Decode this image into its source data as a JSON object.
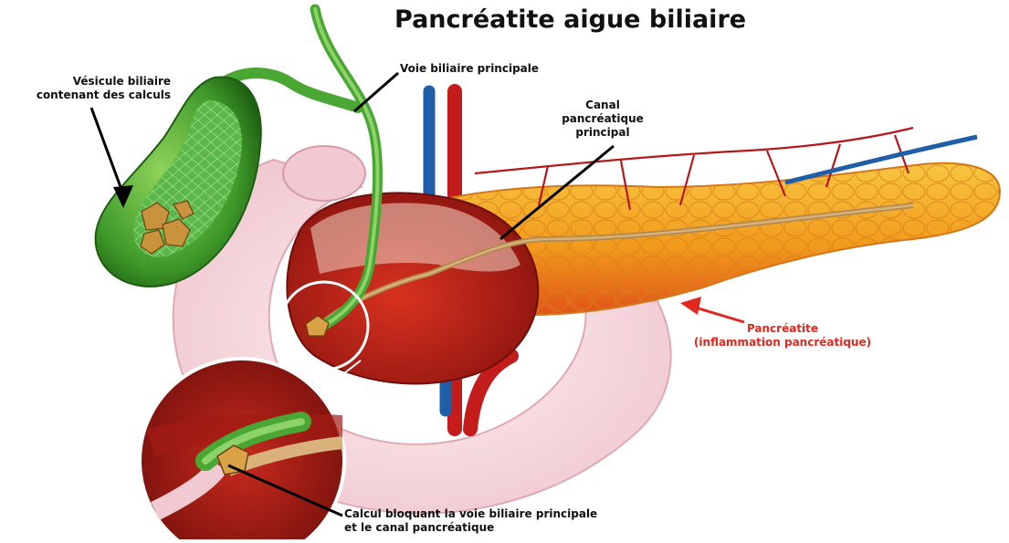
{
  "title": "Pancréatite aigue biliaire",
  "labels": {
    "gallbladder_line1": "Vésicule biliaire",
    "gallbladder_line2": "contenant des calculs",
    "common_bile_duct": "Voie biliaire principale",
    "pancreatic_duct_line1": "Canal",
    "pancreatic_duct_line2": "pancréatique",
    "pancreatic_duct_line3": "principal",
    "pancreatitis_line1": "Pancréatite",
    "pancreatitis_line2": "(inflammation pancréatique)",
    "stone_line1": "Calcul bloquant la voie biliaire principale",
    "stone_line2": "et le canal pancréatique"
  },
  "colors": {
    "label_text": "#111111",
    "pancreatitis_label": "#e0281e",
    "gallbladder": "#3f9a2a",
    "bile_duct": "#4aa733",
    "pancreas": "#f2a21a",
    "inflamed_pancreas": "#c9281c",
    "duodenum": "#f6e2e6",
    "artery": "#c41b1b",
    "vein": "#1f5ea8",
    "stone": "#c9923c"
  }
}
